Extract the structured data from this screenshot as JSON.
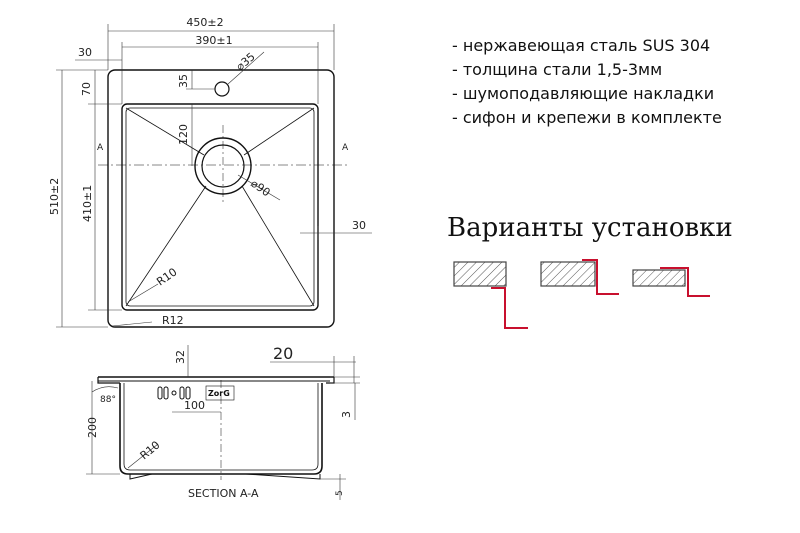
{
  "features": [
    "- нержавеющая сталь SUS 304",
    "- толщина стали 1,5-3мм",
    "- шумоподавляющие накладки",
    "- сифон и крепежи в комплекте"
  ],
  "installation": {
    "title": "Варианты установки",
    "accent_color": "#c8102e"
  },
  "plan_view": {
    "dims": {
      "overall_width": "450±2",
      "bowl_width": "390±1",
      "flange_left": "30",
      "hole_offset": "35",
      "hole_diameter": "⌀35",
      "top_margin": "70",
      "drain_offset": "120",
      "drain_diameter": "⌀90",
      "right_margin": "30",
      "overall_height": "510±2",
      "bowl_height": "410±1",
      "inner_radius": "R10",
      "outer_radius": "R12",
      "section_mark_left": "A",
      "section_mark_right": "A"
    }
  },
  "section_view": {
    "title": "SECTION A-A",
    "brand_mark": "ZorG",
    "dims": {
      "rim_height": "32",
      "rim_width": "20",
      "angle": "88°",
      "slot_offset": "100",
      "depth": "200",
      "corner_radius": "R10",
      "wall_thickness": "3",
      "bottom_offset": "5"
    }
  }
}
